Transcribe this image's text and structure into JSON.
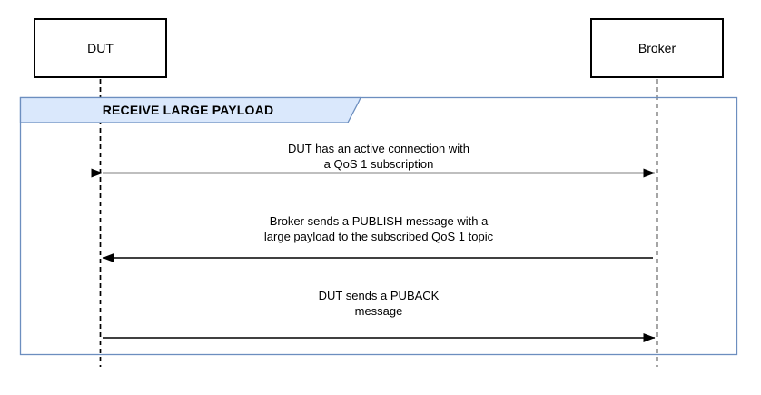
{
  "actors": [
    {
      "label": "DUT"
    },
    {
      "label": "Broker"
    }
  ],
  "frame": {
    "label": "RECEIVE LARGE PAYLOAD"
  },
  "messages": [
    {
      "from": "DUT",
      "to": "Broker",
      "arrow": "bidirectional",
      "lines": [
        "DUT has an active connection with",
        "a QoS 1 subscription"
      ]
    },
    {
      "from": "Broker",
      "to": "DUT",
      "arrow": "left",
      "lines": [
        "Broker sends a PUBLISH message with a",
        "large payload to the subscribed QoS 1 topic"
      ]
    },
    {
      "from": "DUT",
      "to": "Broker",
      "arrow": "right",
      "lines": [
        "DUT sends a PUBACK",
        "message"
      ]
    }
  ],
  "colors": {
    "frame_label_fill": "#dae8fc",
    "frame_border": "#6c8ebf",
    "shape_border": "#000000",
    "line": "#000000",
    "text": "#000000",
    "background": "#ffffff"
  }
}
